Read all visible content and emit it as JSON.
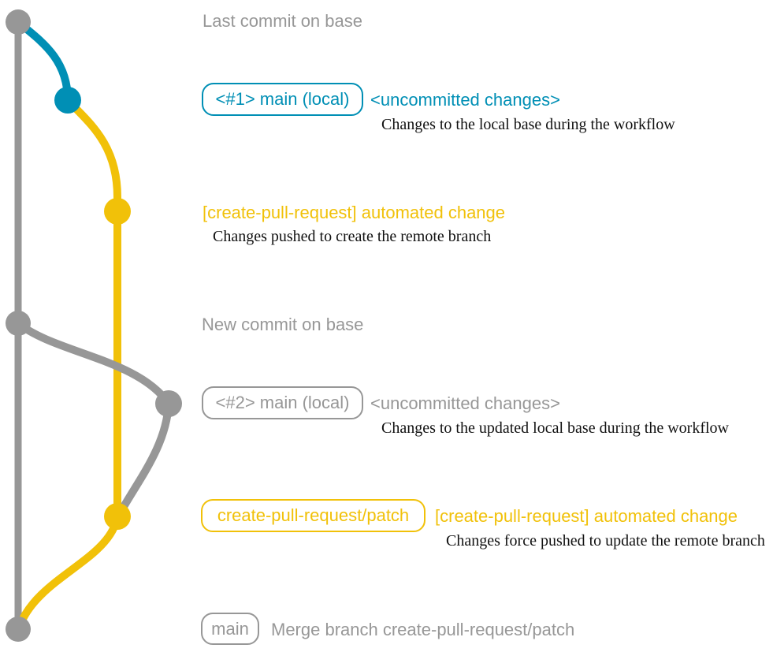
{
  "colors": {
    "gray": "#979797",
    "blue": "#008fb5",
    "yellow": "#f1c109",
    "annotation": "#111111",
    "background": "#ffffff"
  },
  "rows": [
    {
      "id": "last-commit-on-base",
      "message": "Last commit on base",
      "color": "gray"
    },
    {
      "id": "uncommitted-changes-1",
      "ref_label": "<#1> main (local)",
      "message": "<uncommitted changes>",
      "annotation": "Changes to the local base during the workflow",
      "color": "blue"
    },
    {
      "id": "automated-change-1",
      "message": "[create-pull-request] automated change",
      "annotation": "Changes pushed to create the remote branch",
      "color": "yellow"
    },
    {
      "id": "new-commit-on-base",
      "message": "New commit on base",
      "color": "gray"
    },
    {
      "id": "uncommitted-changes-2",
      "ref_label": "<#2> main (local)",
      "message": "<uncommitted changes>",
      "annotation": "Changes to the updated local base during the workflow",
      "color": "gray"
    },
    {
      "id": "automated-change-2",
      "ref_label": "create-pull-request/patch",
      "message": "[create-pull-request] automated change",
      "annotation": "Changes force pushed to update the remote branch",
      "color": "yellow"
    },
    {
      "id": "merge-commit",
      "ref_label": "main",
      "message": "Merge branch create-pull-request/patch",
      "color": "gray"
    }
  ]
}
